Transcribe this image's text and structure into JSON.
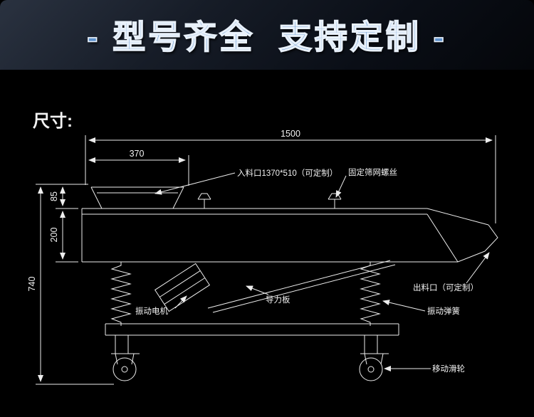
{
  "banner": {
    "title": "- 型号齐全  支持定制 -",
    "text_color": "#5d91cc"
  },
  "drawing": {
    "section_label": "尺寸:",
    "dims": {
      "overall_length": "1500",
      "inlet_length": "370",
      "inlet_height": "85",
      "body_height": "200",
      "overall_height": "740"
    },
    "labels": {
      "inlet": "入料口1370*510（可定制）",
      "screw": "固定筛网螺丝",
      "outlet": "出料口（可定制）",
      "motor": "振动电机",
      "guide_plate": "导力板",
      "spring": "振动弹簧",
      "caster": "移动滑轮"
    }
  },
  "colors": {
    "background": "#000000",
    "line": "#ededed",
    "banner_background": "#10151d"
  }
}
